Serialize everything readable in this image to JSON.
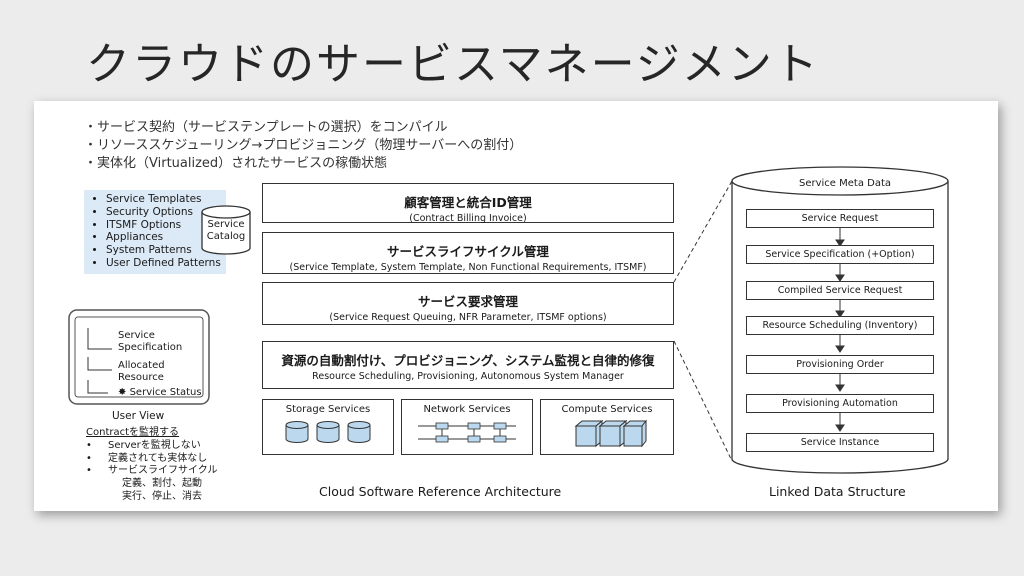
{
  "title": "クラウドのサービスマネージメント",
  "bullets": [
    "・サービス契約（サービステンプレートの選択）をコンパイル",
    "・リソーススケジューリング→プロビジョニング（物理サーバーへの割付）",
    "・実体化（Virtualized）されたサービスの稼働状態"
  ],
  "catalog": {
    "items": [
      "Service Templates",
      "Security Options",
      "ITSMF Options",
      "Appliances",
      "System Patterns",
      "User Defined Patterns"
    ],
    "cylinder_line1": "Service",
    "cylinder_line2": "Catalog"
  },
  "architecture": {
    "layers": [
      {
        "title": "顧客管理と統合ID管理",
        "subtitle": "(Contract Billing Invoice)"
      },
      {
        "title": "サービスライフサイクル管理",
        "subtitle": "(Service Template, System Template, Non Functional Requirements, ITSMF)"
      },
      {
        "title": "サービス要求管理",
        "subtitle": "(Service Request Queuing, NFR Parameter, ITSMF options)"
      },
      {
        "title": "資源の自動割付け、プロビジョニング、システム監視と自律的修復",
        "subtitle": "Resource Scheduling, Provisioning, Autonomous System Manager"
      }
    ],
    "services": [
      "Storage Services",
      "Network Services",
      "Compute Services"
    ],
    "caption": "Cloud Software Reference Architecture"
  },
  "user_view": {
    "item1_line1": "Service",
    "item1_line2": "Specification",
    "item2_line1": "Allocated",
    "item2_line2": "Resource",
    "item3": "Service Status",
    "caption": "User View"
  },
  "notes": {
    "heading": "Contractを監視する",
    "lines": [
      "Serverを監視しない",
      "定義されても実体なし",
      "サービスライフサイクル"
    ],
    "sub1": "定義、割付、起動",
    "sub2": "実行、停止、消去"
  },
  "linked": {
    "header": "Service Meta Data",
    "steps": [
      "Service Request",
      "Service Specification (+Option)",
      "Compiled Service Request",
      "Resource Scheduling (Inventory)",
      "Provisioning Order",
      "Provisioning Automation",
      "Service Instance"
    ],
    "caption": "Linked Data Structure"
  }
}
